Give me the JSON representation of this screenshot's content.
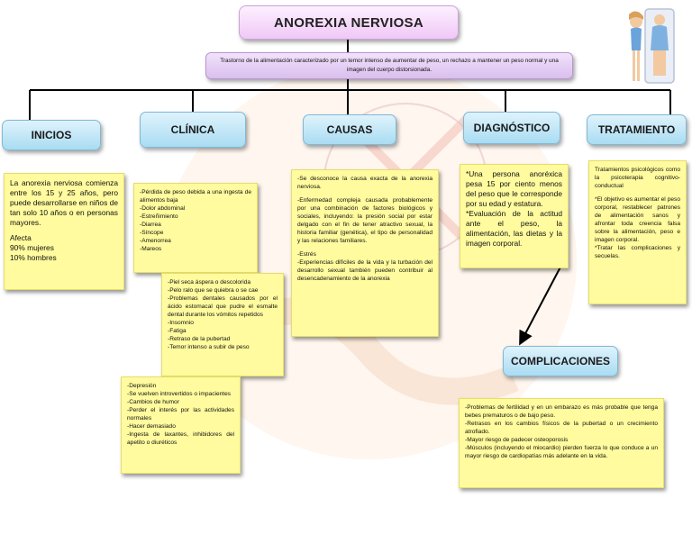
{
  "title": "ANOREXIA NERVIOSA",
  "definition": "Trastorno de la alimentación caracterizado por un temor intenso de aumentar de peso, un rechazo a mantener un peso normal y una imagen del cuerpo distorsionada.",
  "categories": {
    "inicios": "INICIOS",
    "clinica": "CLÍNICA",
    "causas": "CAUSAS",
    "diagnostico": "DIAGNÓSTICO",
    "tratamiento": "TRATAMIENTO",
    "complicaciones": "COMPLICACIONES"
  },
  "inicios_note": {
    "p1": "La anorexia nerviosa comienza entre los 15 y 25 años, pero puede desarrollarse en niños de tan solo 10 años o en personas mayores.",
    "p2": "Afecta",
    "p3": "90% mujeres",
    "p4": "10% hombres"
  },
  "clinica_note1": [
    "-Pérdida de peso debida a una ingesta de alimentos baja",
    "-Dolor abdominal",
    "-Estreñimiento",
    "-Diarrea",
    "-Síncope",
    "-Amenorrea",
    "-Mareos"
  ],
  "clinica_note2": [
    "-Piel seca áspera o descolorida",
    "-Pelo ralo que se quiebra o se cae",
    "-Problemas dentales causados por el ácido estomacal que pudre el esmalte dental durante los vómitos repetidos",
    "-Insomnio",
    "-Fatiga",
    "-Retraso de la pubertad",
    "-Temor intenso a subir de peso"
  ],
  "clinica_note3": [
    "-Depresión",
    "-Se vuelven introvertidos o impacientes",
    "-Cambios de humor",
    "-Perder el interés por las actividades normales",
    "-Hacer demasiado",
    "-Ingesta de laxantes, inhibidores del apetito o diuréticos"
  ],
  "causas_note": {
    "p1": "-Se desconoce la causa exacta de la anorexia nerviosa.",
    "p2": "-Enfermedad compleja causada probablemente por una combinación de factores biológicos y sociales, incluyendo: la presión social por estar delgado con el fin de tener atractivo sexual, la historia familiar (genética), el tipo de personalidad y las relaciones familiares.",
    "p3": "-Estrés",
    "p4": "-Experiencias difíciles de la vida y la turbación del desarrollo sexual también pueden contribuir al desencadenamiento de la anorexia"
  },
  "diagnostico_note": {
    "p1": "*Una persona anoréxica pesa 15 por ciento menos del peso que le corresponde por su edad y estatura.",
    "p2": "*Evaluación de la actitud ante el peso, la alimentación, las dietas y la imagen corporal."
  },
  "tratamiento_note": {
    "p1": "Tratamientos psicológicos como la psicoterapia cognitivo-conductual",
    "p2": "*El objetivo es aumentar el peso corporal, restablecer patrones de alimentación sanos y afrontar toda creencia falsa sobre la alimentación, peso e imagen corporal.",
    "p3": "*Tratar las complicaciones y secuelas."
  },
  "complicaciones_note": [
    "-Problemas de fertilidad y en un embarazo es más probable que tenga bebes prematuros o de bajo peso.",
    "-Retrasos en los cambios físicos de la pubertad o un crecimiento atrofiado.",
    "-Mayor riesgo de padecer osteoporosis",
    "-Músculos (incluyendo el miocardio) pierden fuerza lo que conduce a un mayor riesgo de cardiopatías más adelante en la vida."
  ],
  "colors": {
    "category_fill": "#a9dcf2",
    "title_fill": "#f0c8f6",
    "note_fill": "#fffb9e",
    "connector": "#000000"
  }
}
